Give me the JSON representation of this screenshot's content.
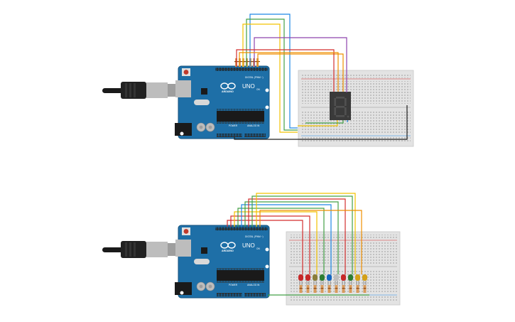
{
  "circuits": [
    {
      "board": {
        "model_label": "UNO",
        "brand_label": "ARDUINO",
        "digital_header_label": "DIGITAL (PWM ~)",
        "power_label": "POWER",
        "analog_label": "ANALOG IN",
        "on_label": "ON"
      },
      "display": {
        "type": "7-segment",
        "segments_lit": 0
      }
    },
    {
      "board": {
        "model_label": "UNO",
        "brand_label": "ARDUINO",
        "digital_header_label": "DIGITAL (PWM ~)",
        "power_label": "POWER",
        "analog_label": "ANALOG IN",
        "on_label": "ON"
      },
      "leds": [
        {
          "color": "#c62828"
        },
        {
          "color": "#c62828"
        },
        {
          "color": "#8a7d3a"
        },
        {
          "color": "#2e7d32"
        },
        {
          "color": "#1565c0"
        },
        {
          "color": "#bdbdbd"
        },
        {
          "color": "#c62828"
        },
        {
          "color": "#2e7d32"
        },
        {
          "color": "#d4a017"
        },
        {
          "color": "#d4a017"
        }
      ]
    }
  ],
  "colors": {
    "board": "#1e6fa7",
    "breadboard": "#e3e3e3",
    "wire_red": "#d32f2f",
    "wire_green": "#43a047",
    "wire_yellow": "#f2c200",
    "wire_orange": "#ef8f00",
    "wire_purple": "#8e44ad",
    "wire_blue": "#1e88e5",
    "wire_black": "#222222"
  }
}
